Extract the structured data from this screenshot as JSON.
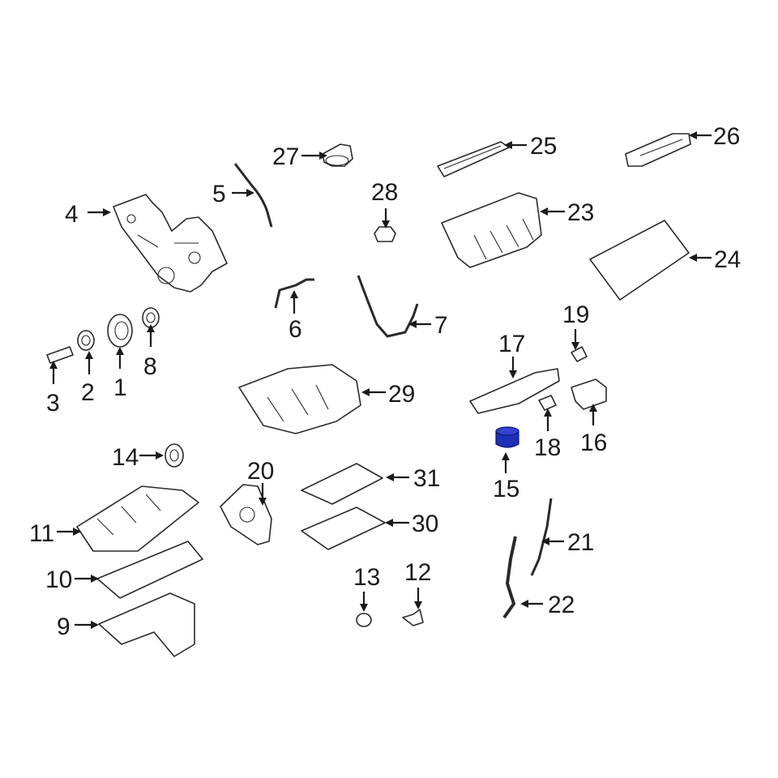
{
  "diagram": {
    "highlight_color": "#1e2fb8",
    "line_color": "#1a1a1a",
    "highlighted_part": "15",
    "callouts": [
      "1",
      "2",
      "3",
      "4",
      "5",
      "6",
      "7",
      "8",
      "9",
      "10",
      "11",
      "12",
      "13",
      "14",
      "15",
      "16",
      "17",
      "18",
      "19",
      "20",
      "21",
      "22",
      "23",
      "24",
      "25",
      "26",
      "27",
      "28",
      "29",
      "30",
      "31"
    ]
  }
}
